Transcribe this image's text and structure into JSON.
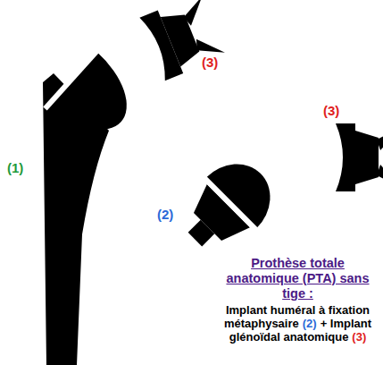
{
  "diagram": {
    "title": "Prothèse totale anatomique (PTA) sans tige :",
    "labels": [
      "(3)",
      "(3)",
      "(1)",
      "(2)",
      "Implant huméral à fixation métaphysaire",
      "(2)",
      "+ Implant glénoïdal anatomique",
      "(3)"
    ]
  }
}
